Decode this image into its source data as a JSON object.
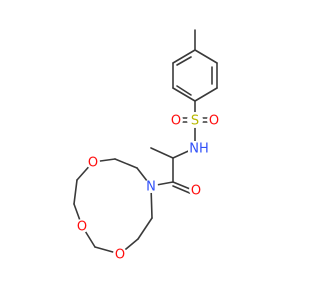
{
  "molecule": {
    "atoms": [
      {
        "id": "S",
        "label": "S",
        "color": "#b8b800"
      },
      {
        "id": "O1",
        "label": "O",
        "color": "#ff0d0d"
      },
      {
        "id": "O2",
        "label": "O",
        "color": "#ff0d0d"
      },
      {
        "id": "NH",
        "label": "NH",
        "color": "#3050f8"
      },
      {
        "id": "O3",
        "label": "O",
        "color": "#ff0d0d"
      },
      {
        "id": "N",
        "label": "N",
        "color": "#3050f8"
      },
      {
        "id": "O4",
        "label": "O",
        "color": "#ff0d0d"
      },
      {
        "id": "O5",
        "label": "O",
        "color": "#ff0d0d"
      },
      {
        "id": "O6",
        "label": "O",
        "color": "#ff0d0d"
      }
    ],
    "bond_color": "#3a3a3a"
  }
}
